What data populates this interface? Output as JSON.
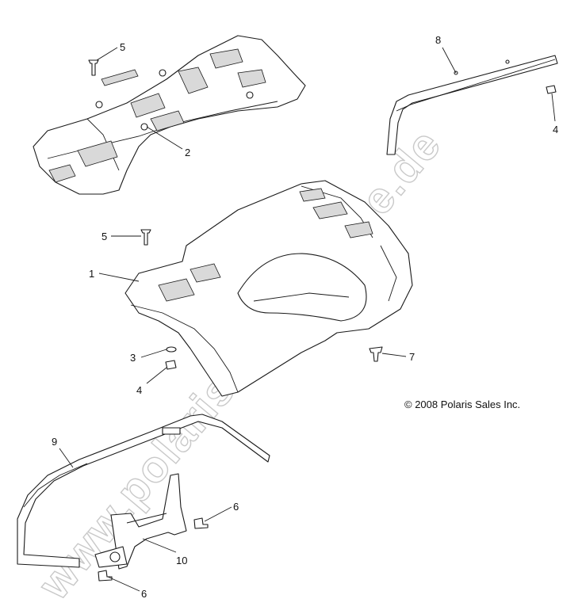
{
  "watermark": {
    "text": "www.polaris-ersatzteile.de",
    "color": "#c9c9c9"
  },
  "copyright": "© 2008 Polaris Sales Inc.",
  "callouts": {
    "c1": "1",
    "c2": "2",
    "c3": "3",
    "c4a": "4",
    "c4b": "4",
    "c5a": "5",
    "c5b": "5",
    "c6a": "6",
    "c6b": "6",
    "c7": "7",
    "c8": "8",
    "c9": "9",
    "c10": "10"
  }
}
